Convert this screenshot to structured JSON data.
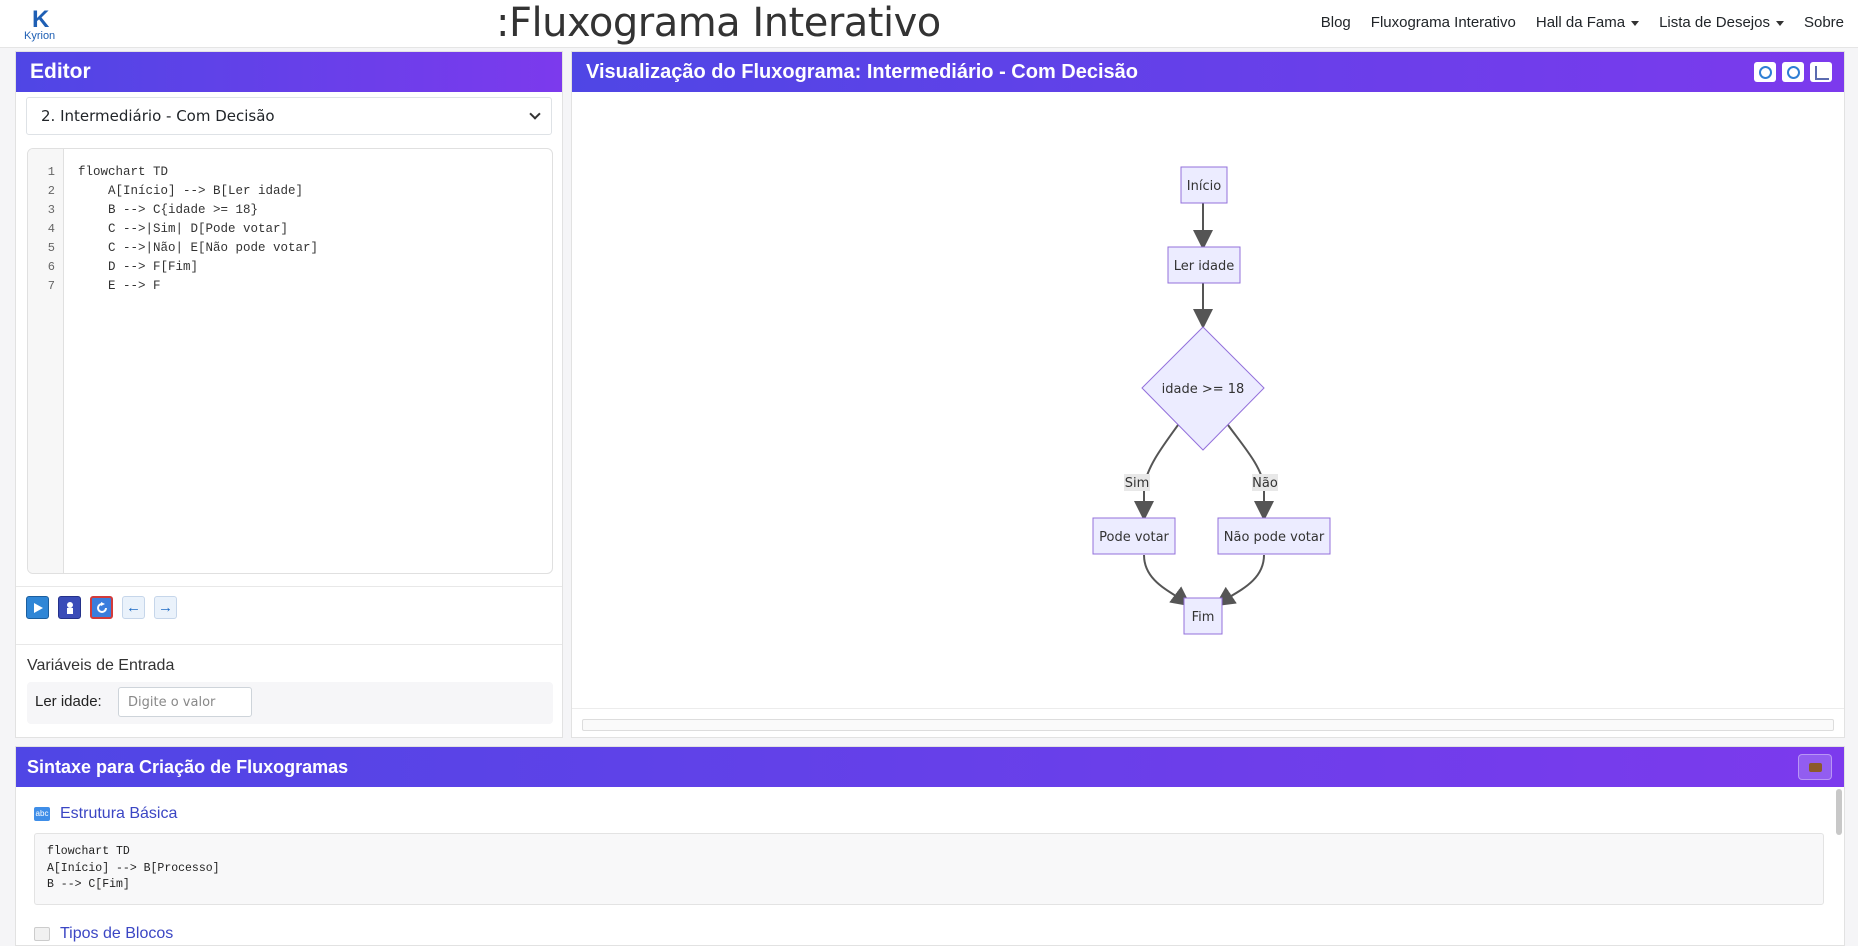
{
  "navbar": {
    "logo_letter": "K",
    "logo_brand": "Kyrion",
    "title": ":Fluxograma Interativo",
    "links": [
      "Blog",
      "Fluxograma Interativo",
      "Hall da Fama",
      "Lista de Desejos",
      "Sobre"
    ]
  },
  "editor": {
    "header": "Editor",
    "selected_example": "2. Intermediário - Com Decisão",
    "line_numbers": [
      "1",
      "2",
      "3",
      "4",
      "5",
      "6",
      "7"
    ],
    "code": [
      "flowchart TD",
      "    A[Início] --> B[Ler idade]",
      "    B --> C{idade >= 18}",
      "    C -->|Sim| D[Pode votar]",
      "    C -->|Não| E[Não pode votar]",
      "    D --> F[Fim]",
      "    E --> F"
    ],
    "toolbar": [
      "play-icon",
      "step-icon",
      "reset-icon",
      "arrow-left-icon",
      "arrow-right-icon"
    ],
    "arrow_left": "←",
    "arrow_right": "→",
    "variables_title": "Variáveis de Entrada",
    "variable_label": "Ler idade:",
    "variable_placeholder": "Digite o valor"
  },
  "visualization": {
    "header": "Visualização do Fluxograma: Intermediário - Com Decisão",
    "nodes": {
      "inicio": "Início",
      "ler": "Ler idade",
      "decisao": "idade >= 18",
      "sim": "Pode votar",
      "nao": "Não pode votar",
      "fim": "Fim"
    },
    "edge_labels": {
      "sim": "Sim",
      "nao": "Não"
    },
    "colors": {
      "node_fill": "#ECECFF",
      "node_stroke": "#9370DB",
      "edge": "#555555"
    },
    "icons": [
      "zoom-in-icon",
      "zoom-out-icon",
      "fit-icon"
    ]
  },
  "syntax": {
    "header": "Sintaxe para Criação de Fluxogramas",
    "section1_title": "Estrutura Básica",
    "section1_code": [
      "flowchart TD",
      "A[Início] --> B[Processo]",
      "B --> C[Fim]"
    ],
    "section2_title": "Tipos de Blocos"
  },
  "theme": {
    "header_gradient_start": "#4f46e5",
    "header_gradient_end": "#7c3aed"
  }
}
